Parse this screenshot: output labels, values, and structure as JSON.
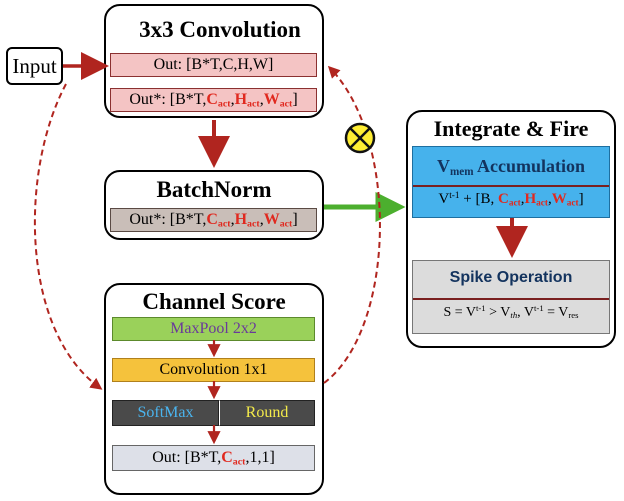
{
  "input": {
    "label": "Input"
  },
  "conv3x3": {
    "title": "3x3 Convolution",
    "out_label": "Out: [B*T,C,H,W]",
    "outstar_prefix": "Out*: [B*T,",
    "c": "C",
    "h": "H",
    "w": "W",
    "sub": "act",
    "close": "]"
  },
  "batchnorm": {
    "title": "BatchNorm",
    "outstar_prefix": "Out*: [B*T,",
    "c": "C",
    "h": "H",
    "w": "W",
    "sub": "act",
    "close": "]"
  },
  "channel_score": {
    "title": "Channel Score",
    "maxpool": "MaxPool 2x2",
    "conv1x1": "Convolution 1x1",
    "softmax": "SoftMax",
    "round": "Round",
    "out_prefix": "Out: [B*T,",
    "c": "C",
    "sub": "act",
    "tail": ",1,1]"
  },
  "integrate_fire": {
    "title": "Integrate & Fire",
    "accum_v": "V",
    "accum_sub": "mem",
    "accum_rest": " Accumulation",
    "formula_prefix": "V",
    "formula_sup": "t-1",
    "formula_mid": " + [B, ",
    "c": "C",
    "h": "H",
    "w": "W",
    "sub": "act",
    "close": "]",
    "spike_title": "Spike Operation",
    "spike_s": "S = V",
    "spike_sup1": "t-1",
    "spike_gt": " > V",
    "spike_th": "th",
    "spike_comma": ", V",
    "spike_sup2": "t-1",
    "spike_eq": " = V",
    "spike_res": "res"
  },
  "colors": {
    "pink": "#f4c4c4",
    "gray": "#c9beb8",
    "green": "#9ad15a",
    "orange": "#f5c23c",
    "dark": "#4a4a4a",
    "light": "#dde0e8",
    "blue": "#46b2ec",
    "arrow_red": "#b0251f",
    "arrow_green": "#4caf2e",
    "multiply_fill": "#ffee33",
    "accent_red": "#e0291f"
  }
}
